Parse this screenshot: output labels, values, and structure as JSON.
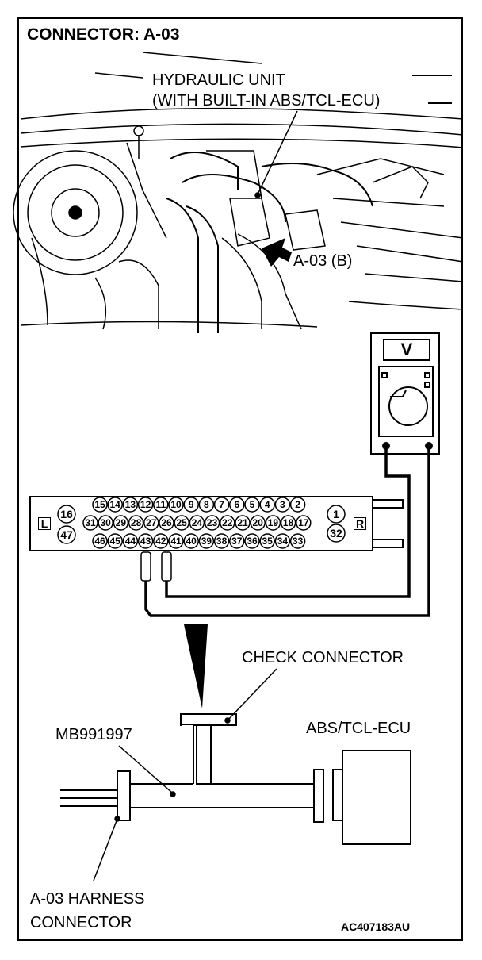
{
  "title": "CONNECTOR: A-03",
  "labels": {
    "hydraulic_unit_line1": "HYDRAULIC UNIT",
    "hydraulic_unit_line2": "(WITH BUILT-IN ABS/TCL-ECU)",
    "connector_callout": "A-03 (B)",
    "check_connector": "CHECK CONNECTOR",
    "ecu": "ABS/TCL-ECU",
    "tool": "MB991997",
    "harness_line1": "A-03 HARNESS",
    "harness_line2": "CONNECTOR",
    "figure_code": "AC407183AU"
  },
  "meter": {
    "display": "V"
  },
  "connector_face": {
    "left_mark": "L",
    "right_mark": "R",
    "row1": [
      "15",
      "14",
      "13",
      "12",
      "11",
      "10",
      "9",
      "8",
      "7",
      "6",
      "5",
      "4",
      "3",
      "2"
    ],
    "row2": [
      "31",
      "30",
      "29",
      "28",
      "27",
      "26",
      "25",
      "24",
      "23",
      "22",
      "21",
      "20",
      "19",
      "18",
      "17"
    ],
    "row3": [
      "46",
      "45",
      "44",
      "43",
      "42",
      "41",
      "40",
      "39",
      "38",
      "37",
      "36",
      "35",
      "34",
      "33"
    ],
    "left_top": "16",
    "left_bottom": "47",
    "right_top": "1",
    "right_bottom": "32"
  }
}
